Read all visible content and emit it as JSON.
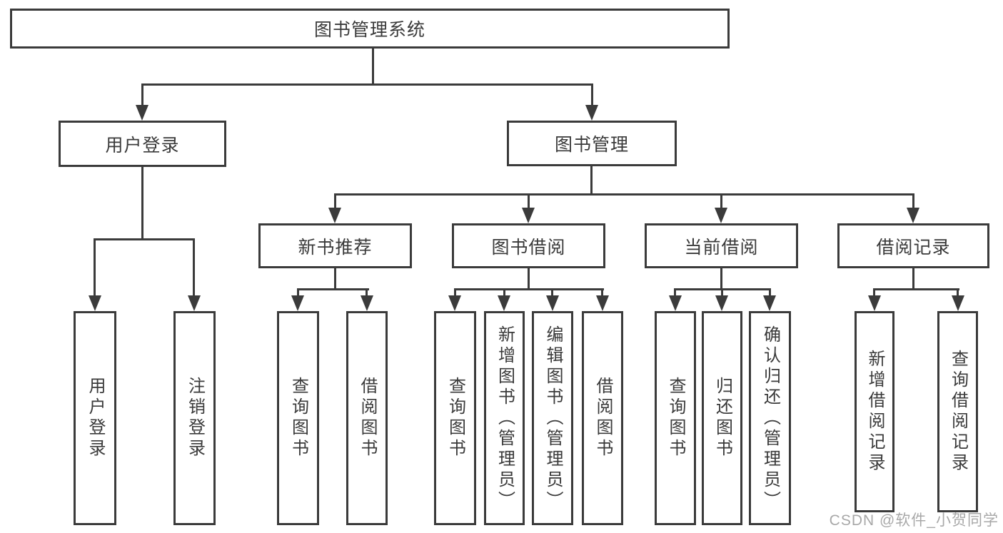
{
  "diagram": {
    "title": "图书管理系统",
    "type": "tree",
    "colors": {
      "line": "#3b3b3b",
      "text": "#3a3a3a",
      "background": "#ffffff",
      "watermark": "#9e9e9e"
    },
    "root": {
      "label": "图书管理系统"
    },
    "level2": [
      {
        "id": "user-login",
        "label": "用户登录",
        "parent": "图书管理系统"
      },
      {
        "id": "book-management",
        "label": "图书管理",
        "parent": "图书管理系统"
      }
    ],
    "level3": [
      {
        "id": "new-book-recommend",
        "label": "新书推荐",
        "parent": "图书管理"
      },
      {
        "id": "book-borrow",
        "label": "图书借阅",
        "parent": "图书管理"
      },
      {
        "id": "current-borrow",
        "label": "当前借阅",
        "parent": "图书管理"
      },
      {
        "id": "borrow-records",
        "label": "借阅记录",
        "parent": "图书管理"
      }
    ],
    "leaves": [
      {
        "id": "user-login-leaf",
        "label": "用户登录",
        "parent": "用户登录"
      },
      {
        "id": "logout",
        "label": "注销登录",
        "parent": "用户登录"
      },
      {
        "id": "query-books-1",
        "label": "查询图书",
        "parent": "新书推荐"
      },
      {
        "id": "borrow-books-1",
        "label": "借阅图书",
        "parent": "新书推荐"
      },
      {
        "id": "query-books-2",
        "label": "查询图书",
        "parent": "图书借阅"
      },
      {
        "id": "add-books-admin",
        "label": "新增图书（管理员）",
        "parent": "图书借阅"
      },
      {
        "id": "edit-books-admin",
        "label": "编辑图书（管理员）",
        "parent": "图书借阅"
      },
      {
        "id": "borrow-books-2",
        "label": "借阅图书",
        "parent": "图书借阅"
      },
      {
        "id": "query-books-3",
        "label": "查询图书",
        "parent": "当前借阅"
      },
      {
        "id": "return-books",
        "label": "归还图书",
        "parent": "当前借阅"
      },
      {
        "id": "confirm-return-admin",
        "label": "确认归还（管理员）",
        "parent": "当前借阅"
      },
      {
        "id": "add-borrow-record",
        "label": "新增借阅记录",
        "parent": "借阅记录"
      },
      {
        "id": "query-borrow-record",
        "label": "查询借阅记录",
        "parent": "借阅记录"
      }
    ],
    "watermark": {
      "text": "CSDN @软件_小贺同学"
    }
  }
}
